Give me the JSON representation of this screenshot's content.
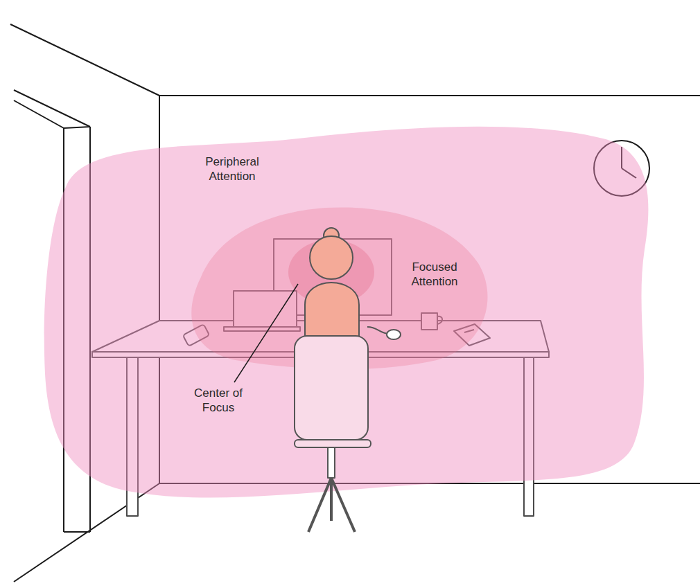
{
  "diagram": {
    "nodes": [
      {
        "text": [
          "Peripheral Attention"
        ]
      },
      {
        "text": [
          "Focused Attention"
        ],
        "in": 0
      }
    ],
    "labels": [
      "Center of Focus"
    ]
  }
}
